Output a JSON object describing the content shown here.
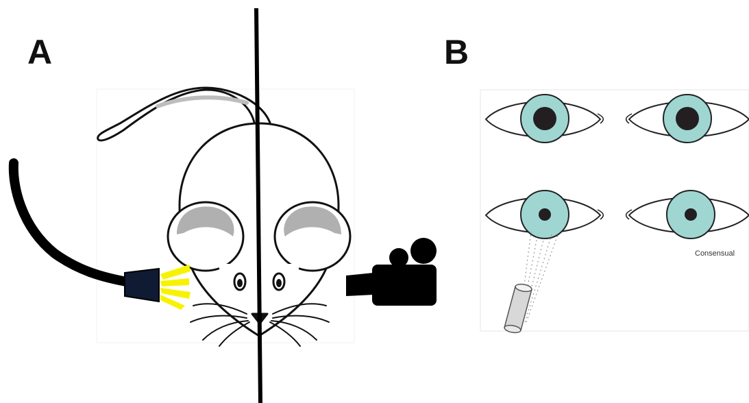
{
  "panels": {
    "a": {
      "letter": "A"
    },
    "b": {
      "letter": "B"
    }
  },
  "eyes": {
    "consensual_label": "Consensual"
  },
  "colors": {
    "iris": "#9fd6d2",
    "pupil": "#231f20",
    "outline": "#222222",
    "ear_inner": "#b0b0b0",
    "light_beam": "#f7f300",
    "cable": "#000000",
    "light_nozzle": "#0f1b33"
  },
  "icons": {
    "mouse": "mouse-icon",
    "light_source": "fiber-optic-light-icon",
    "camera": "video-camera-icon",
    "penlight": "penlight-icon",
    "eye": "eye-icon"
  }
}
